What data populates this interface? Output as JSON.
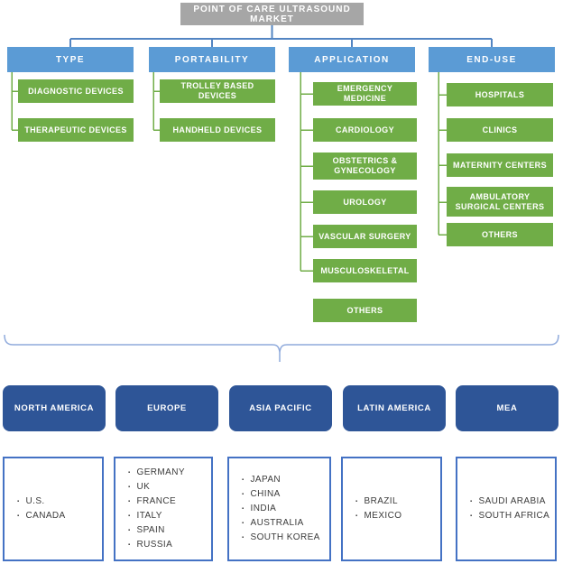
{
  "root": {
    "title": "POINT OF CARE ULTRASOUND MARKET"
  },
  "tree": {
    "columns": [
      {
        "header": "TYPE",
        "items": [
          "DIAGNOSTIC DEVICES",
          "THERAPEUTIC DEVICES"
        ]
      },
      {
        "header": "PORTABILITY",
        "items": [
          "TROLLEY BASED DEVICES",
          "HANDHELD DEVICES"
        ]
      },
      {
        "header": "APPLICATION",
        "items": [
          "EMERGENCY MEDICINE",
          "CARDIOLOGY",
          "OBSTETRICS & GYNECOLOGY",
          "UROLOGY",
          "VASCULAR SURGERY",
          "MUSCULOSKELETAL",
          "OTHERS"
        ]
      },
      {
        "header": "END-USE",
        "items": [
          "HOSPITALS",
          "CLINICS",
          "MATERNITY CENTERS",
          "AMBULATORY SURGICAL CENTERS",
          "OTHERS"
        ]
      }
    ]
  },
  "regions": [
    {
      "name": "NORTH AMERICA",
      "countries": [
        "U.S.",
        "CANADA"
      ]
    },
    {
      "name": "EUROPE",
      "countries": [
        "GERMANY",
        "UK",
        "FRANCE",
        "ITALY",
        "SPAIN",
        "RUSSIA"
      ]
    },
    {
      "name": "ASIA PACIFIC",
      "countries": [
        "JAPAN",
        "CHINA",
        "INDIA",
        "AUSTRALIA",
        "SOUTH KOREA"
      ]
    },
    {
      "name": "LATIN AMERICA",
      "countries": [
        "BRAZIL",
        "MEXICO"
      ]
    },
    {
      "name": "MEA",
      "countries": [
        "SAUDI ARABIA",
        "SOUTH AFRICA"
      ]
    }
  ],
  "colors": {
    "root_gray": "#a6a6a6",
    "branch_blue": "#5b9bd5",
    "leaf_green": "#70ad47",
    "region_dark_blue": "#2e5597",
    "tree_connector_blue": "#5385c2",
    "leaf_connector_green": "#70ad47",
    "brace_light_blue": "#8faadc",
    "country_box_border": "#4472c4"
  }
}
